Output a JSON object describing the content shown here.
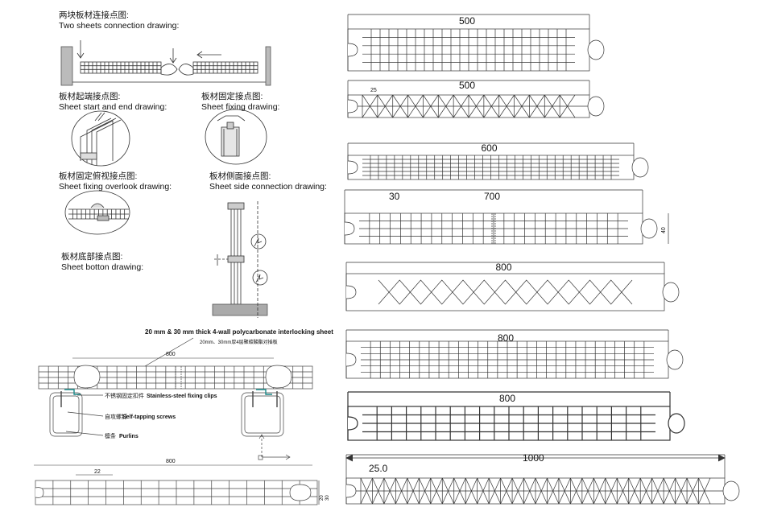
{
  "details": {
    "two_sheets": {
      "cn": "两块板材连接点图:",
      "en": "Two sheets connection drawing:"
    },
    "start_end": {
      "cn": "板材起端接点图:",
      "en": "Sheet start and end drawing:"
    },
    "fixing": {
      "cn": "板材固定接点图:",
      "en": "Sheet fixing drawing:"
    },
    "overlook": {
      "cn": "板材固定俯视接点图:",
      "en": "Sheet fixing overlook drawing:"
    },
    "side": {
      "cn": "板材侧面接点图:",
      "en": "Sheet side connection drawing:"
    },
    "bottom": {
      "cn": "板材底部接点图:",
      "en": "Sheet botton drawing:"
    }
  },
  "assembly": {
    "title_en": "20 mm & 30 mm thick 4-wall polycarbonate interlocking sheet",
    "title_cn": "20mm、30mm厚4层聚碳酸酯对插板",
    "dim_top": "800",
    "clips_cn": "不锈钢固定扣件",
    "clips_en": "Stainless-steel fixing clips",
    "screws_cn": "自攻螺钉",
    "screws_en": "Self-tapping screws",
    "purlins_cn": "檩条",
    "purlins_en": "Purlins"
  },
  "bottom_profile": {
    "width": "800",
    "cell": "22",
    "height": "20",
    "height2": "30"
  },
  "profiles": [
    {
      "width": "500"
    },
    {
      "width": "500",
      "cell": "25"
    },
    {
      "width": "600"
    },
    {
      "width": "700",
      "cell": "30",
      "height": "40"
    },
    {
      "width": "800"
    },
    {
      "width": "800"
    },
    {
      "width": "800"
    },
    {
      "width": "1000",
      "cell": "25.0"
    }
  ]
}
